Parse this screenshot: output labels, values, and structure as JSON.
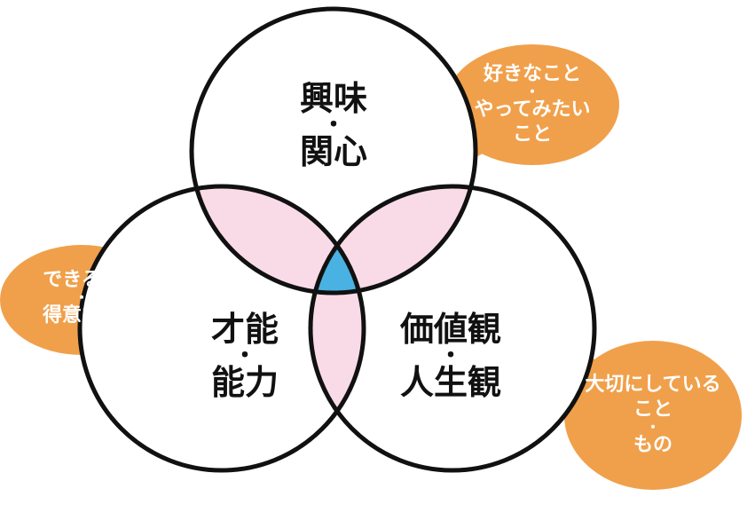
{
  "colors": {
    "circle_stroke": "#111111",
    "pair_overlap": "#f9dbe8",
    "center_overlap": "#4ab2e2",
    "bubble": "#f0a04b",
    "bubble_text": "#ffffff"
  },
  "circles": {
    "interest": {
      "line1": "興味",
      "sep": "・",
      "line2": "関心"
    },
    "talent": {
      "line1": "才能",
      "sep": "・",
      "line2": "能力"
    },
    "values": {
      "line1": "価値観",
      "sep": "・",
      "line2": "人生観"
    }
  },
  "bubbles": {
    "interest": {
      "line1": "好きなこと",
      "sep": "・",
      "line2": "やってみたい",
      "line3": "こと"
    },
    "talent": {
      "line1": "できる事",
      "sep": "・",
      "line2": "得意な事"
    },
    "values": {
      "line1": "大切にしている",
      "line2": "こと",
      "sep": "・",
      "line3": "もの"
    }
  }
}
